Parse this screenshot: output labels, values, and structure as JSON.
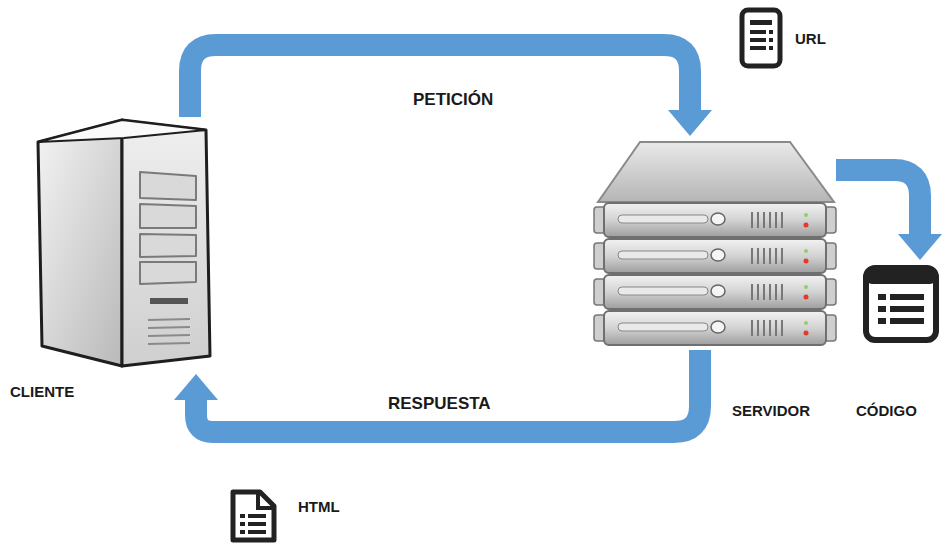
{
  "diagram": {
    "nodes": [
      {
        "text": [
          "CLIENTE"
        ]
      },
      {
        "text": [
          "SERVIDOR"
        ]
      },
      {
        "text": [
          "CÓDIGO"
        ]
      }
    ],
    "edges": [
      {
        "from": 0,
        "to": 1,
        "arrow": "to",
        "label": "PETICIÓN"
      },
      {
        "from": 1,
        "to": 0,
        "arrow": "to",
        "label": "RESPUESTA"
      },
      {
        "from": 1,
        "to": 2,
        "arrow": "to"
      }
    ],
    "labels": [
      "URL",
      "HTML"
    ]
  }
}
